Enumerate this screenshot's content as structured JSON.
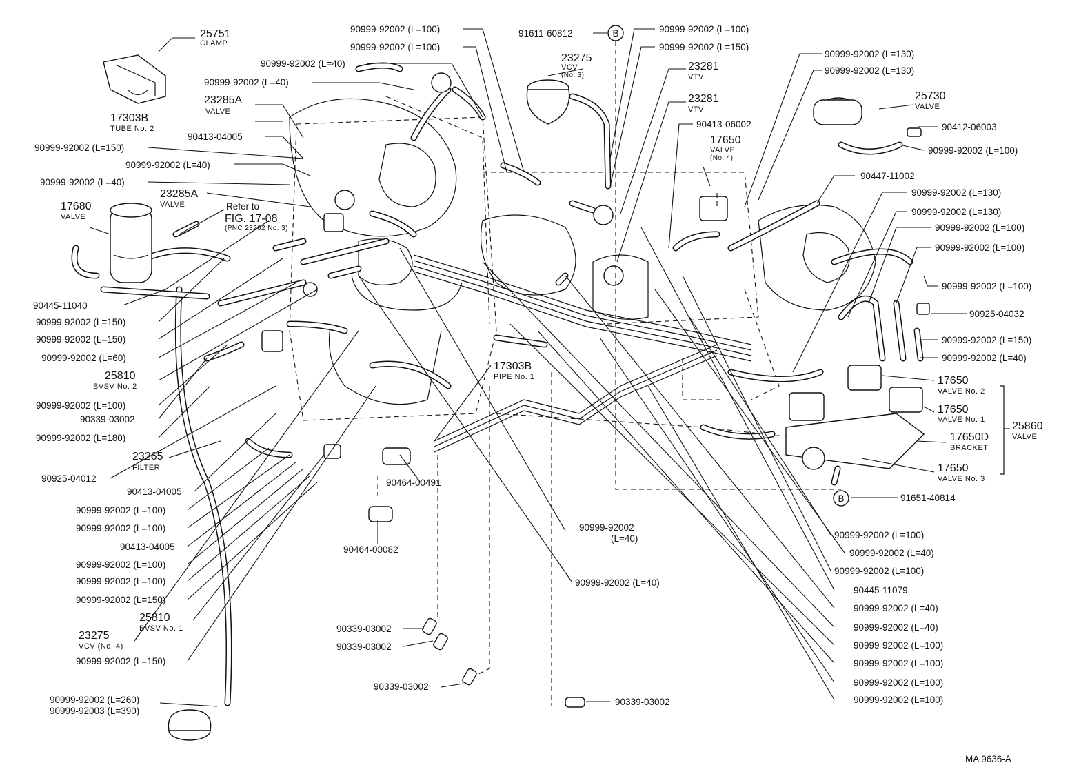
{
  "labels": {
    "l01": {
      "pn": "25751",
      "desc": "CLAMP"
    },
    "l02": "90999-92002 (L=100)",
    "l03": "90999-92002 (L=100)",
    "l04": "90999-92002 (L=40)",
    "l05": "90999-92002 (L=40)",
    "l06": {
      "pn": "23285A",
      "desc": "VALVE"
    },
    "l07": {
      "pn": "17303B",
      "desc": "TUBE No. 2"
    },
    "l08": "90413-04005",
    "l09": "90999-92002 (L=150)",
    "l10": "90999-92002 (L=40)",
    "l11": "90999-92002 (L=40)",
    "l12": {
      "pn": "23285A",
      "desc": "VALVE"
    },
    "l13": {
      "pn": "17680",
      "desc": "VALVE"
    },
    "l14": {
      "line1": "Refer to",
      "line2": "FIG. 17-08",
      "line3": "(PNC 23262 No. 3)"
    },
    "l15": "90445-11040",
    "l16": "90999-92002 (L=150)",
    "l17": "90999-92002 (L=150)",
    "l18": "90999-92002 (L=60)",
    "l19": {
      "pn": "25810",
      "desc": "BVSV No. 2"
    },
    "l20": "90999-92002 (L=100)",
    "l21": "90339-03002",
    "l22": "90999-92002 (L=180)",
    "l23": {
      "pn": "23265",
      "desc": "FILTER"
    },
    "l24": "90925-04012",
    "l25": "90413-04005",
    "l26": "90999-92002 (L=100)",
    "l27": "90999-92002 (L=100)",
    "l28": "90413-04005",
    "l29": "90999-92002 (L=100)",
    "l30": "90999-92002 (L=100)",
    "l31": "90999-92002 (L=150)",
    "l32": {
      "pn": "25810",
      "desc": "BVSV No. 1"
    },
    "l33": {
      "pn": "23275",
      "desc": "VCV (No. 4)"
    },
    "l34": "90999-92002 (L=150)",
    "l35": {
      "line1": "90999-92002 (L=260)",
      "line2": "90999-92003 (L=390)"
    },
    "l36": "91611-60812",
    "l37": {
      "pn": "23275",
      "desc": "VCV",
      "desc2": "(No. 3)"
    },
    "l38": "90999-92002 (L=100)",
    "l39": "90999-92002 (L=150)",
    "l40": {
      "pn": "23281",
      "desc": "VTV"
    },
    "l41": {
      "pn": "23281",
      "desc": "VTV"
    },
    "l42": "90413-06002",
    "l43": {
      "pn": "17650",
      "desc": "VALVE",
      "desc2": "(No. 4)"
    },
    "l44": "90999-92002 (L=130)",
    "l45": "90999-92002 (L=130)",
    "l46": {
      "pn": "25730",
      "desc": "VALVE"
    },
    "l47": "90412-06003",
    "l48": "90999-92002 (L=100)",
    "l49": "90447-11002",
    "l50": "90999-92002 (L=130)",
    "l51": "90999-92002 (L=130)",
    "l52": "90999-92002 (L=100)",
    "l53": "90999-92002 (L=100)",
    "l54": "90999-92002 (L=100)",
    "l55": "90925-04032",
    "l56": "90999-92002 (L=150)",
    "l57": "90999-92002 (L=40)",
    "l58": {
      "pn": "17650",
      "desc": "VALVE No. 2"
    },
    "l59": {
      "pn": "17650",
      "desc": "VALVE No. 1"
    },
    "l60": {
      "pn": "25860",
      "desc": "VALVE"
    },
    "l61": {
      "pn": "17650D",
      "desc": "BRACKET"
    },
    "l62": {
      "pn": "17650",
      "desc": "VALVE No. 3"
    },
    "l63": "91651-40814",
    "l64": {
      "pn": "17303B",
      "desc": "PIPE No. 1"
    },
    "l65": "90464-00491",
    "l66": "90464-00082",
    "l67": {
      "line1": "90999-92002",
      "line2": "(L=40)"
    },
    "l68": "90999-92002 (L=40)",
    "l69": "90339-03002",
    "l70": "90339-03002",
    "l71": "90339-03002",
    "l72": "90339-03002",
    "l73": "90999-92002 (L=100)",
    "l74": "90999-92002 (L=40)",
    "l75": "90999-92002 (L=100)",
    "l76": "90445-11079",
    "l77": "90999-92002 (L=40)",
    "l78": "90999-92002 (L=40)",
    "l79": "90999-92002 (L=100)",
    "l80": "90999-92002 (L=100)",
    "l81": "90999-92002 (L=100)",
    "l82": "90999-92002 (L=100)"
  },
  "ref_marker": "B",
  "figure_code": "MA 9636-A"
}
